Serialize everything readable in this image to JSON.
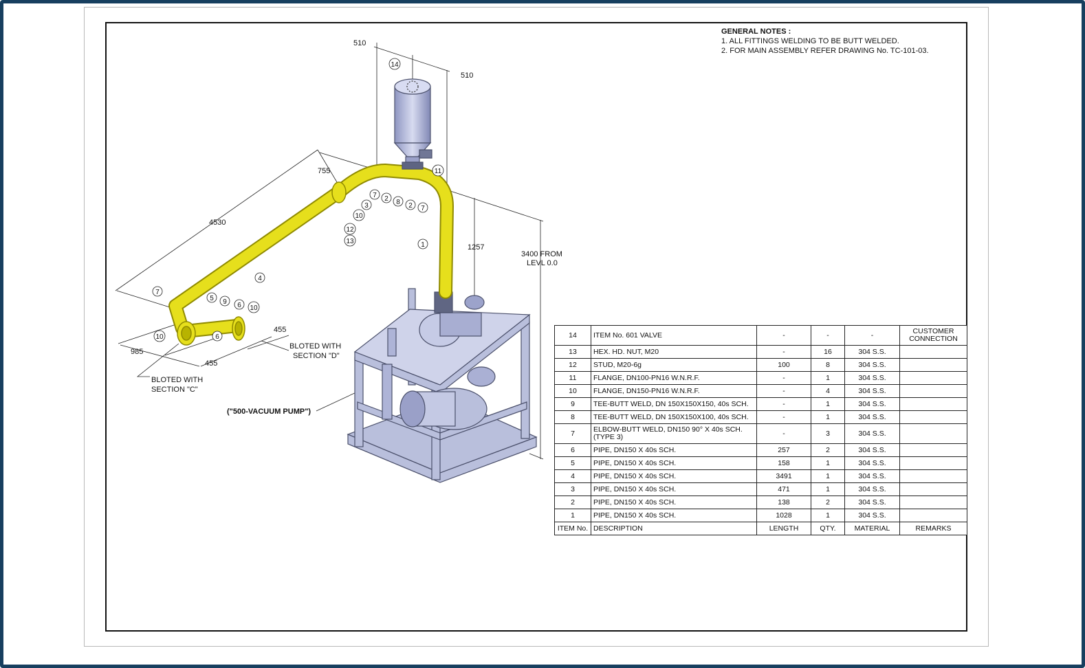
{
  "notes": {
    "heading": "GENERAL NOTES :",
    "lines": [
      "1. ALL FITTINGS WELDING TO BE BUTT WELDED.",
      "2. FOR MAIN ASSEMBLY REFER DRAWING No. TC-101-03."
    ]
  },
  "dimensions": {
    "d510a": "510",
    "d510b": "510",
    "d755": "755",
    "d4530": "4530",
    "d1257": "1257",
    "d985": "985",
    "d455a": "455",
    "d455b": "455",
    "level_line1": "3400 FROM",
    "level_line2": "LEVL 0.0"
  },
  "annotations": {
    "section_d_line1": "BLOTED WITH",
    "section_d_line2": "SECTION \"D\"",
    "section_c_line1": "BLOTED WITH",
    "section_c_line2": "SECTION \"C\"",
    "pump_label": "(\"500-VACUUM PUMP\")"
  },
  "balloons": [
    "14",
    "11",
    "7",
    "2",
    "8",
    "2",
    "7",
    "3",
    "10",
    "12",
    "13",
    "1",
    "4",
    "7",
    "5",
    "9",
    "6",
    "10",
    "10",
    "6"
  ],
  "bom": {
    "rows": [
      {
        "item": "14",
        "description": "ITEM No. 601 VALVE",
        "length": "-",
        "qty": "-",
        "material": "-",
        "remarks": "CUSTOMER CONNECTION"
      },
      {
        "item": "13",
        "description": "HEX. HD. NUT, M20",
        "length": "-",
        "qty": "16",
        "material": "304 S.S.",
        "remarks": ""
      },
      {
        "item": "12",
        "description": "STUD, M20-6g",
        "length": "100",
        "qty": "8",
        "material": "304 S.S.",
        "remarks": ""
      },
      {
        "item": "11",
        "description": "FLANGE, DN100-PN16 W.N.R.F.",
        "length": "-",
        "qty": "1",
        "material": "304 S.S.",
        "remarks": ""
      },
      {
        "item": "10",
        "description": "FLANGE, DN150-PN16 W.N.R.F.",
        "length": "-",
        "qty": "4",
        "material": "304 S.S.",
        "remarks": ""
      },
      {
        "item": "9",
        "description": "TEE-BUTT WELD, DN 150X150X150, 40s SCH.",
        "length": "-",
        "qty": "1",
        "material": "304 S.S.",
        "remarks": ""
      },
      {
        "item": "8",
        "description": "TEE-BUTT WELD, DN 150X150X100, 40s SCH.",
        "length": "-",
        "qty": "1",
        "material": "304 S.S.",
        "remarks": ""
      },
      {
        "item": "7",
        "description": "ELBOW-BUTT WELD, DN150 90° X 40s SCH. (TYPE 3)",
        "length": "-",
        "qty": "3",
        "material": "304 S.S.",
        "remarks": ""
      },
      {
        "item": "6",
        "description": "PIPE, DN150 X 40s SCH.",
        "length": "257",
        "qty": "2",
        "material": "304 S.S.",
        "remarks": ""
      },
      {
        "item": "5",
        "description": "PIPE, DN150 X 40s SCH.",
        "length": "158",
        "qty": "1",
        "material": "304 S.S.",
        "remarks": ""
      },
      {
        "item": "4",
        "description": "PIPE, DN150 X 40s SCH.",
        "length": "3491",
        "qty": "1",
        "material": "304 S.S.",
        "remarks": ""
      },
      {
        "item": "3",
        "description": "PIPE, DN150 X 40s SCH.",
        "length": "471",
        "qty": "1",
        "material": "304 S.S.",
        "remarks": ""
      },
      {
        "item": "2",
        "description": "PIPE, DN150 X 40s SCH.",
        "length": "138",
        "qty": "2",
        "material": "304 S.S.",
        "remarks": ""
      },
      {
        "item": "1",
        "description": "PIPE, DN150 X 40s SCH.",
        "length": "1028",
        "qty": "1",
        "material": "304 S.S.",
        "remarks": ""
      }
    ],
    "header": {
      "item": "ITEM No.",
      "description": "DESCRIPTION",
      "length": "LENGTH",
      "qty": "QTY.",
      "material": "MATERIAL",
      "remarks": "REMARKS"
    }
  },
  "colors": {
    "pipe": "#e6df1c",
    "pipe_edge": "#8f8a00",
    "steel": "#b9bfdc",
    "steel_edge": "#4a4f6a",
    "frame": "#173f5f"
  }
}
